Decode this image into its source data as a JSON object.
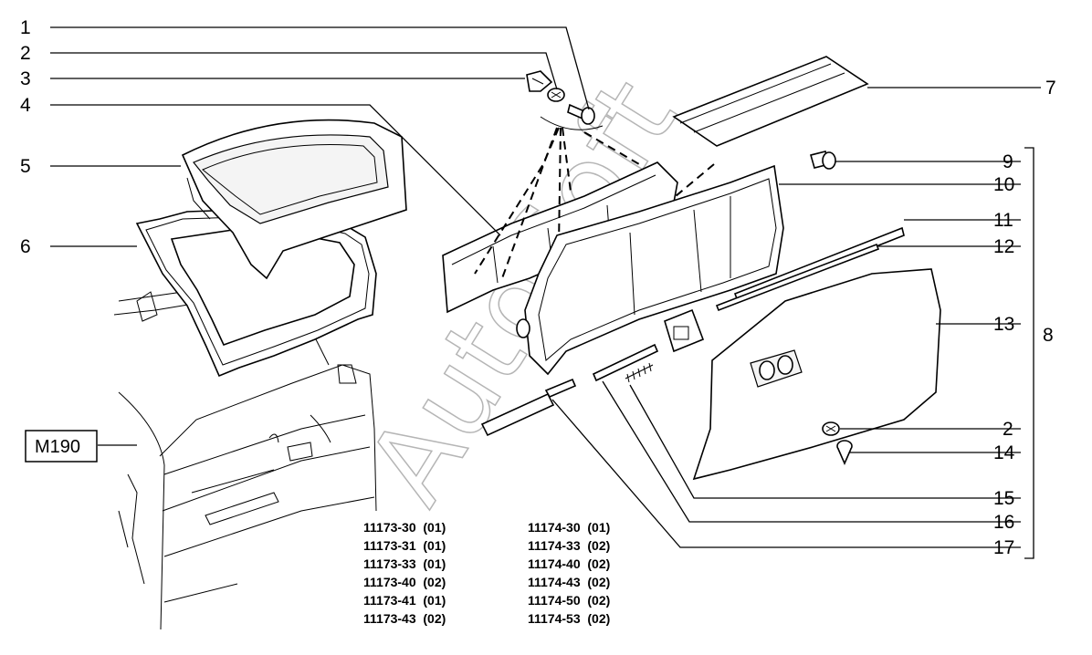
{
  "callouts": {
    "c1": "1",
    "c2": "2",
    "c3": "3",
    "c4": "4",
    "c5": "5",
    "c6": "6",
    "c7": "7",
    "c8": "8",
    "c9": "9",
    "c10": "10",
    "c11": "11",
    "c12": "12",
    "c13": "13",
    "c2b": "2",
    "c14": "14",
    "c15": "15",
    "c16": "16",
    "c17": "17"
  },
  "reference_box": {
    "label": "M190"
  },
  "watermark": "AutoSoft",
  "model_codes": {
    "left": [
      "11173-30  (01)",
      "11173-31  (01)",
      "11173-33  (01)",
      "11173-40  (02)",
      "11173-41  (01)",
      "11173-43  (02)"
    ],
    "right": [
      "11174-30  (01)",
      "11174-33  (02)",
      "11174-40  (02)",
      "11174-43  (02)",
      "11174-50  (02)",
      "11174-53  (02)"
    ]
  }
}
